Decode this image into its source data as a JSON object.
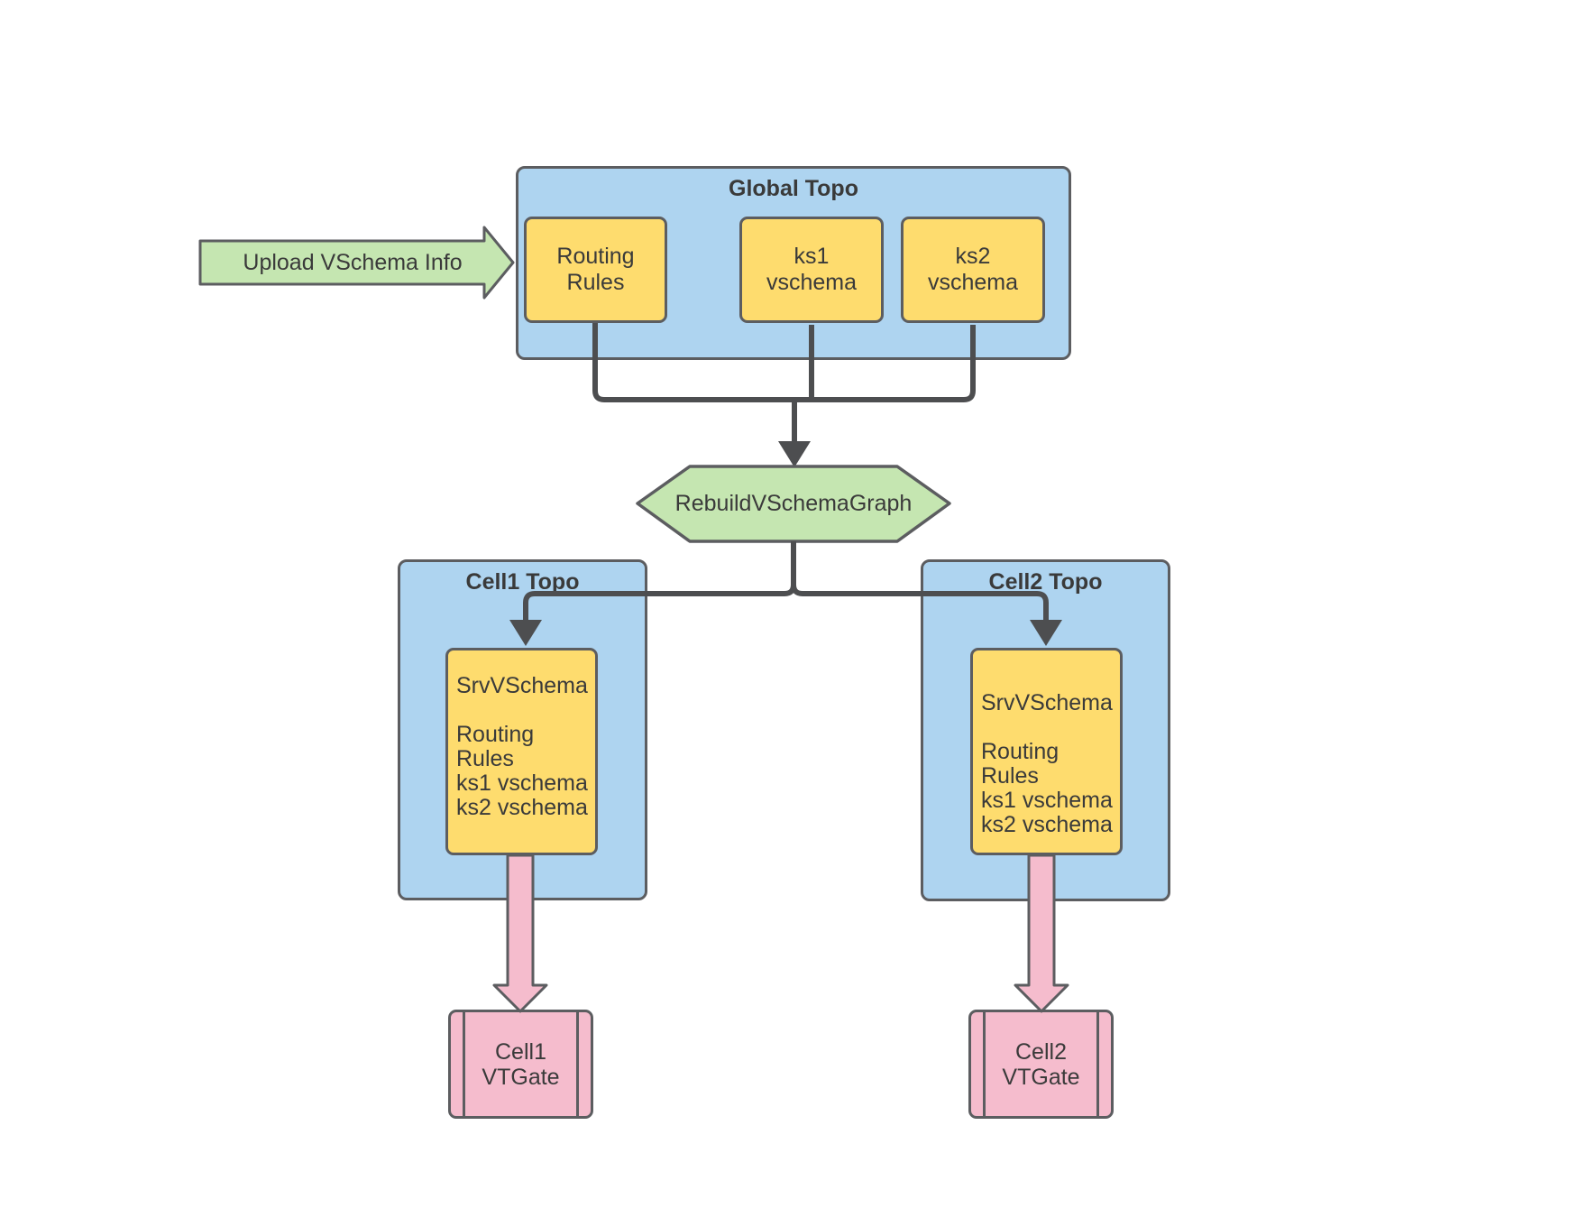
{
  "upload_arrow": {
    "label": "Upload VSchema Info"
  },
  "global_topo": {
    "title": "Global Topo",
    "nodes": [
      {
        "lines": [
          "Routing",
          "Rules"
        ]
      },
      {
        "lines": [
          "ks1",
          "vschema"
        ]
      },
      {
        "lines": [
          "ks2",
          "vschema"
        ]
      }
    ]
  },
  "rebuild_step": {
    "label": "RebuildVSchemaGraph"
  },
  "cells": [
    {
      "title": "Cell1 Topo",
      "srv_box": {
        "heading": "SrvVSchema",
        "items": [
          "Routing Rules",
          "ks1 vschema",
          "ks2 vschema"
        ]
      },
      "vtgate": {
        "lines": [
          "Cell1",
          "VTGate"
        ]
      }
    },
    {
      "title": "Cell2 Topo",
      "srv_box": {
        "heading": "SrvVSchema",
        "items": [
          "Routing Rules",
          "ks1 vschema",
          "ks2 vschema"
        ]
      },
      "vtgate": {
        "lines": [
          "Cell2",
          "VTGate"
        ]
      }
    }
  ],
  "colors": {
    "container_blue": "#aed4f0",
    "node_yellow": "#fedc6e",
    "accent_green": "#c5e6b1",
    "vtgate_pink": "#f5bccd",
    "shape_border": "#5c5d60",
    "connector_gray": "#4d4e50",
    "text": "#3a3a3a"
  }
}
